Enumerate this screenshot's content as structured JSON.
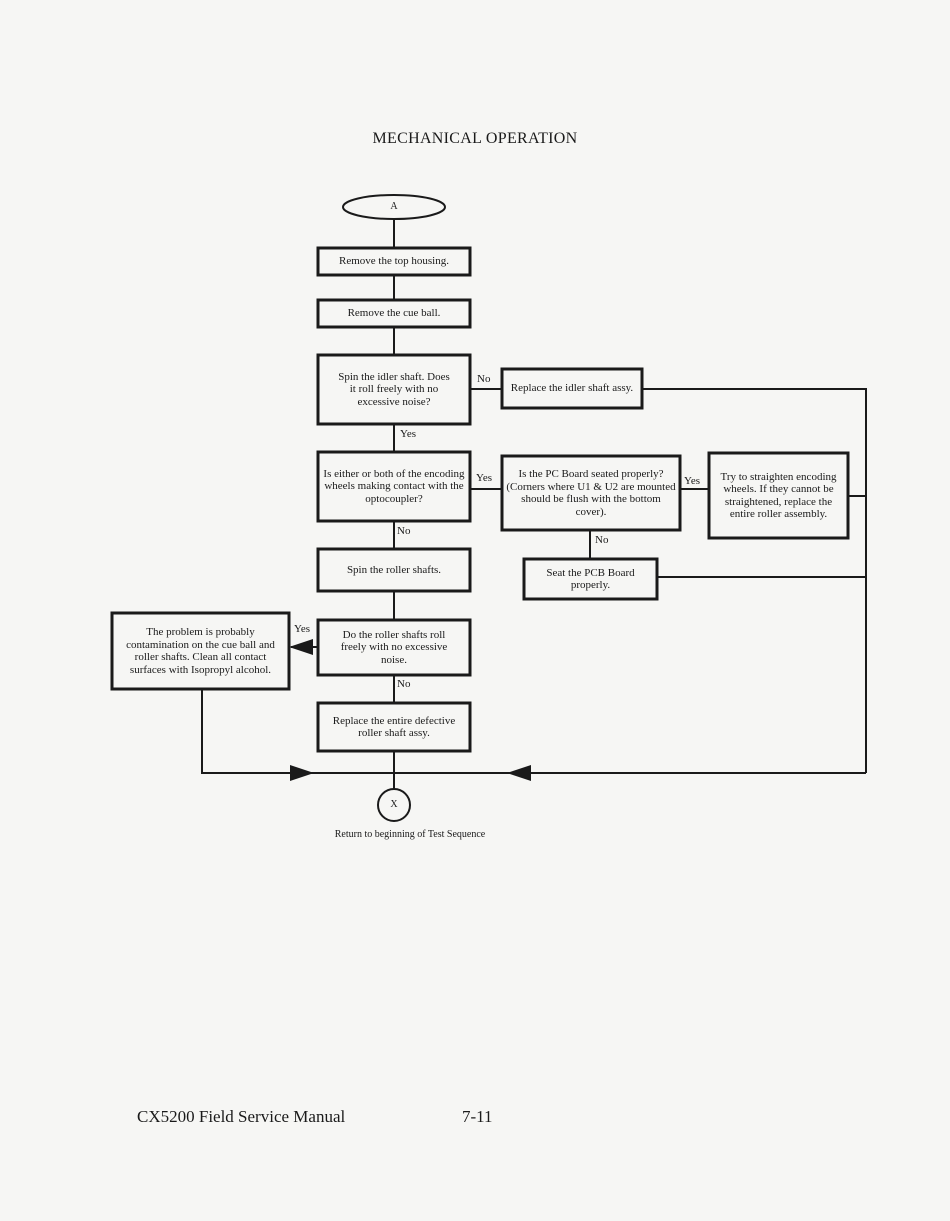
{
  "title": "MECHANICAL OPERATION",
  "flowchart": {
    "start": "A",
    "end": "X",
    "end_caption": "Return to beginning of Test Sequence",
    "nodes": {
      "remove_housing": "Remove the top housing.",
      "remove_cue_ball": "Remove the cue ball.",
      "spin_idler": "Spin the idler shaft. Does it roll freely with no excessive noise?",
      "replace_idler": "Replace the idler shaft assy.",
      "encoding_contact": "Is either or both of the encoding wheels making contact with the optocoupler?",
      "pc_board_seated": "Is the PC Board seated properly? (Corners where U1 & U2 are mounted should be flush with the bottom cover).",
      "straighten_wheels": "Try to straighten encoding wheels. If they cannot be straightened, replace the entire roller assembly.",
      "seat_pcb": "Seat the PCB Board properly.",
      "spin_rollers": "Spin the roller shafts.",
      "rollers_free": "Do the roller shafts roll freely with no excessive noise.",
      "contamination": "The problem is probably contamination on the cue ball and roller shafts. Clean all contact surfaces with Isopropyl alcohol.",
      "replace_roller": "Replace the entire defective roller shaft assy."
    },
    "labels": {
      "idler_no": "No",
      "idler_yes": "Yes",
      "encoding_yes": "Yes",
      "encoding_no": "No",
      "pcb_yes": "Yes",
      "pcb_no": "No",
      "rollers_yes": "Yes",
      "rollers_no": "No"
    }
  },
  "footer": {
    "manual": "CX5200 Field Service Manual",
    "page": "7-11"
  }
}
